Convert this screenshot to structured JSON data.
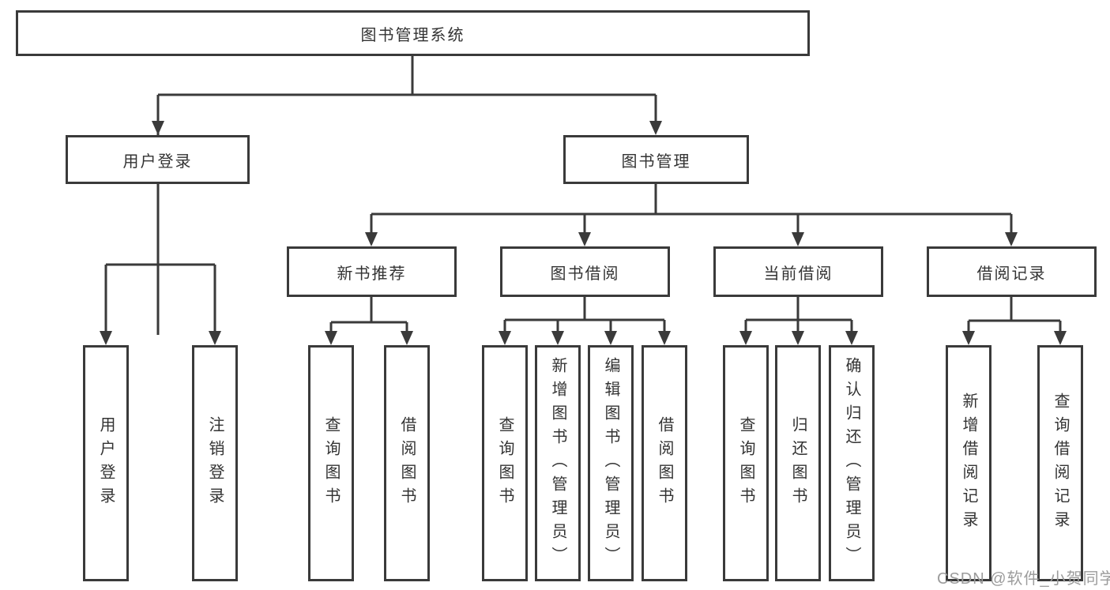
{
  "diagram_title": "图书管理系统",
  "tree": {
    "label": "图书管理系统",
    "children": [
      {
        "label": "用户登录",
        "children": [
          {
            "label": "用户登录"
          },
          {
            "label": "注销登录"
          }
        ]
      },
      {
        "label": "图书管理",
        "children": [
          {
            "label": "新书推荐",
            "children": [
              {
                "label": "查询图书"
              },
              {
                "label": "借阅图书"
              }
            ]
          },
          {
            "label": "图书借阅",
            "children": [
              {
                "label": "查询图书"
              },
              {
                "label": "新增图书（管理员）"
              },
              {
                "label": "编辑图书（管理员）"
              },
              {
                "label": "借阅图书"
              }
            ]
          },
          {
            "label": "当前借阅",
            "children": [
              {
                "label": "查询图书"
              },
              {
                "label": "归还图书"
              },
              {
                "label": "确认归还（管理员）"
              }
            ]
          },
          {
            "label": "借阅记录",
            "children": [
              {
                "label": "新增借阅记录"
              },
              {
                "label": "查询借阅记录"
              }
            ]
          }
        ]
      }
    ]
  },
  "watermark": {
    "text": "CSDN @软件_小贺同学"
  },
  "colors": {
    "line": "#3a3a3a",
    "text": "#333333",
    "watermark": "#9c9c9c",
    "background": "#ffffff"
  }
}
